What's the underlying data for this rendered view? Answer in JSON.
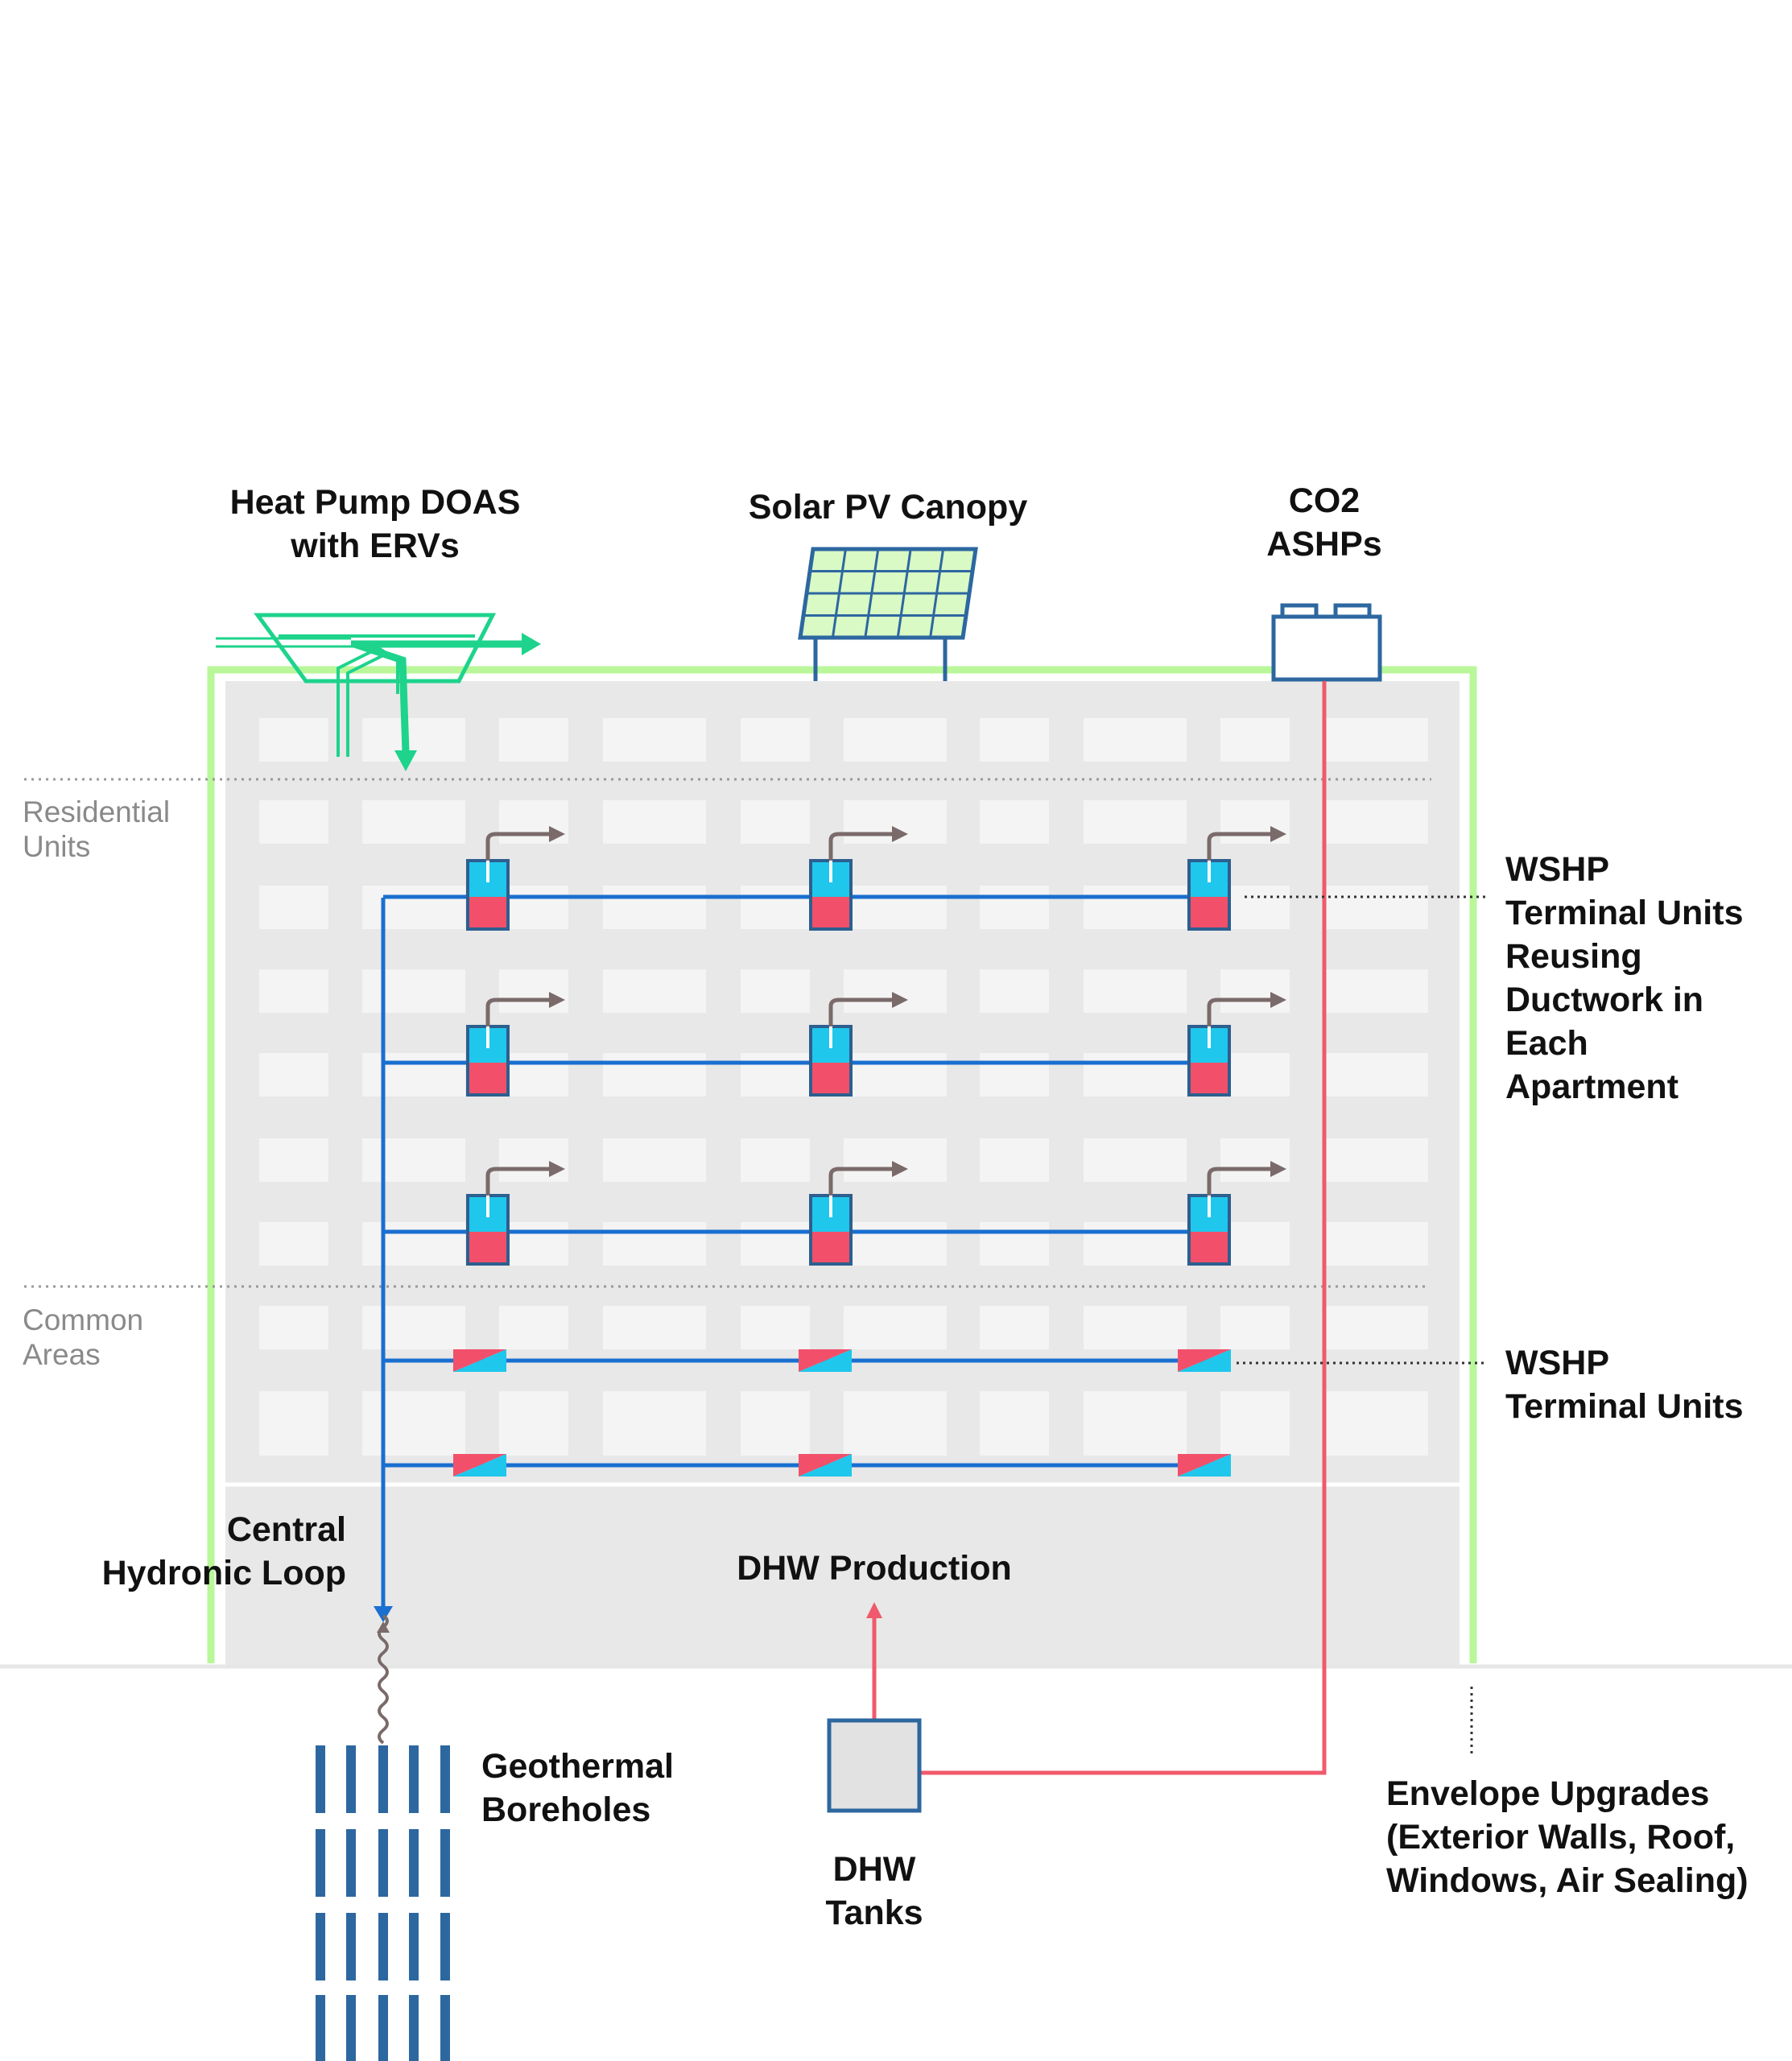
{
  "labels": {
    "doas_1": "Heat Pump DOAS",
    "doas_2": "with ERVs",
    "solar": "Solar PV Canopy",
    "co2_1": "CO2",
    "co2_2": "ASHPs",
    "residential_1": "Residential",
    "residential_2": "Units",
    "common_1": "Common",
    "common_2": "Areas",
    "wshp_ducted_1": "WSHP",
    "wshp_ducted_2": "Terminal Units",
    "wshp_ducted_3": "Reusing",
    "wshp_ducted_4": "Ductwork in",
    "wshp_ducted_5": "Each",
    "wshp_ducted_6": "Apartment",
    "wshp_1": "WSHP",
    "wshp_2": "Terminal Units",
    "loop_1": "Central",
    "loop_2": "Hydronic Loop",
    "dhw_production": "DHW Production",
    "geo_1": "Geothermal",
    "geo_2": "Boreholes",
    "dhw_tanks_1": "DHW",
    "dhw_tanks_2": "Tanks",
    "envelope_1": "Envelope Upgrades",
    "envelope_2": "(Exterior Walls, Roof,",
    "envelope_3": "Windows, Air Sealing)"
  },
  "colors": {
    "envelope_outline": "#b9f79a",
    "building": "#e8e8e8",
    "window": "#f4f4f4",
    "hydronic_pipe": "#1a6fd0",
    "dhw_pipe": "#f05a6c",
    "unit_cold": "#1fc7ec",
    "unit_hot": "#f2506a",
    "unit_outline": "#2d5f8f",
    "doas": "#1ed38c",
    "duct_arrow": "#7a6a6a",
    "borehole": "#2d67a0",
    "solar_cell": "#d9f9c5"
  },
  "icons": {
    "doas": "doas-icon",
    "solar": "solar-panel-icon",
    "co2": "ashp-unit-icon",
    "tank": "dhw-tank-icon",
    "borehole": "borehole-icon"
  }
}
